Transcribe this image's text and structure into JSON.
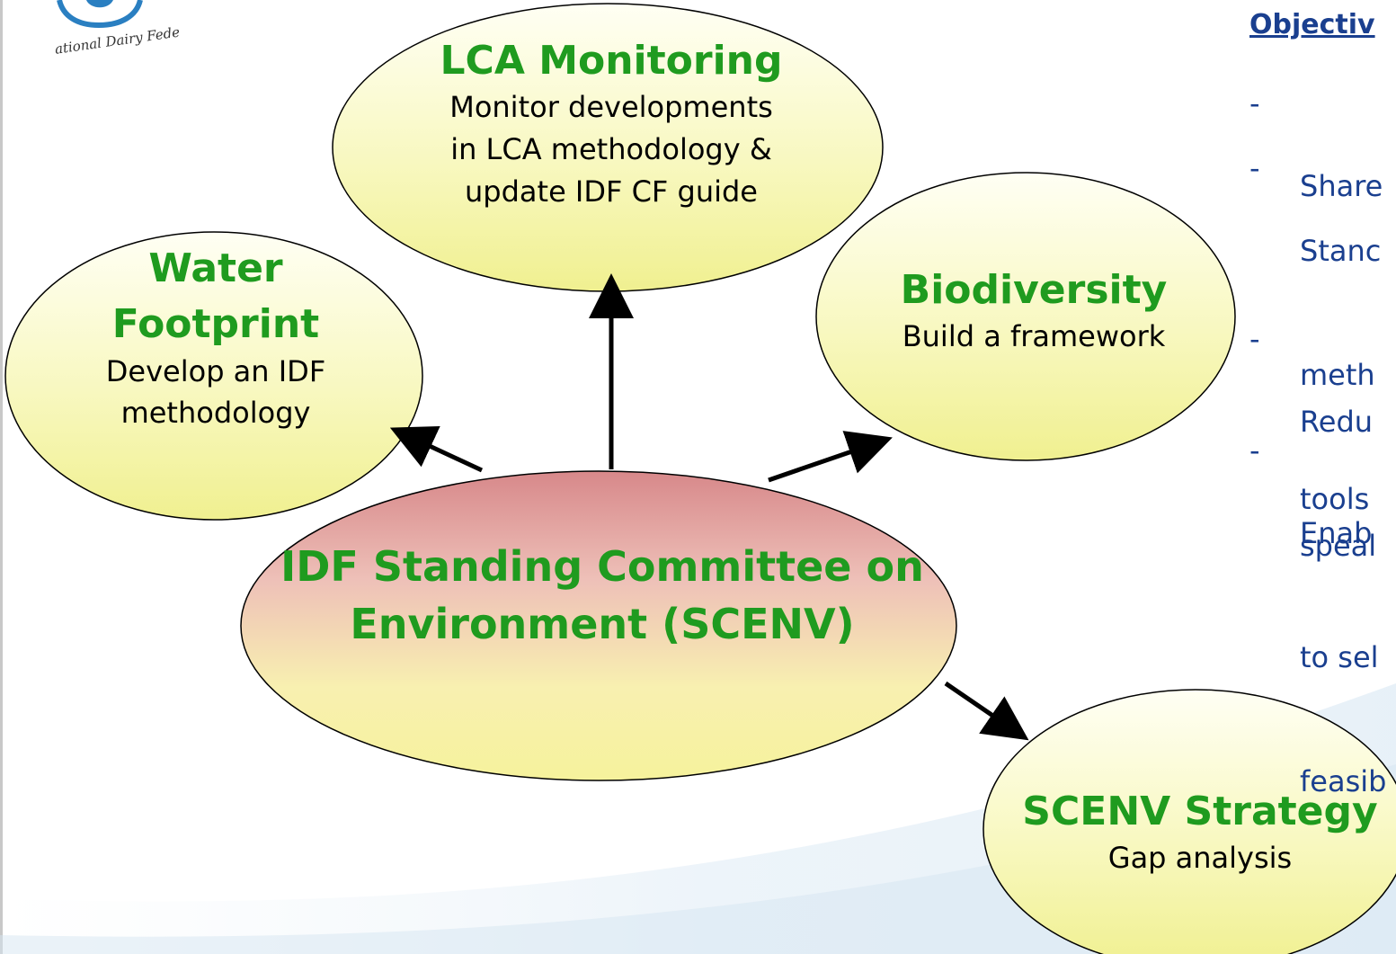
{
  "logo": {
    "text": "ational Dairy Fede",
    "colors": {
      "ring": "#2a7fc1",
      "text": "#333333"
    }
  },
  "nodes": {
    "lca": {
      "title": "LCA Monitoring",
      "desc": [
        "Monitor developments",
        "in  LCA methodology &",
        "update IDF CF guide"
      ]
    },
    "water": {
      "title": [
        "Water",
        "Footprint"
      ],
      "desc": [
        "Develop an IDF",
        "methodology"
      ]
    },
    "bio": {
      "title": "Biodiversity",
      "desc": [
        "Build a framework"
      ]
    },
    "center": {
      "title": [
        "IDF Standing Committee on",
        "Environment (SCENV)"
      ]
    },
    "strategy": {
      "title": "SCENV Strategy",
      "desc": [
        "Gap analysis"
      ]
    }
  },
  "objectives": {
    "heading": "Objectiv",
    "items": [
      {
        "dash": "-",
        "lines": [
          "Share"
        ]
      },
      {
        "dash": "-",
        "lines": [
          "Stanc",
          "meth",
          "tools"
        ]
      },
      {
        "dash": "-",
        "lines": [
          "Redu",
          "speal"
        ]
      },
      {
        "dash": "-",
        "lines": [
          "Enab",
          "to sel",
          "feasib"
        ]
      }
    ]
  },
  "colors": {
    "title_green": "#1f9b1f",
    "objective_blue": "#1a3f8f",
    "ellipse_yellow_light": "#fffff0",
    "ellipse_yellow": "#f2f2a0",
    "center_pink": "#d98c8c",
    "arrow": "#000000"
  }
}
